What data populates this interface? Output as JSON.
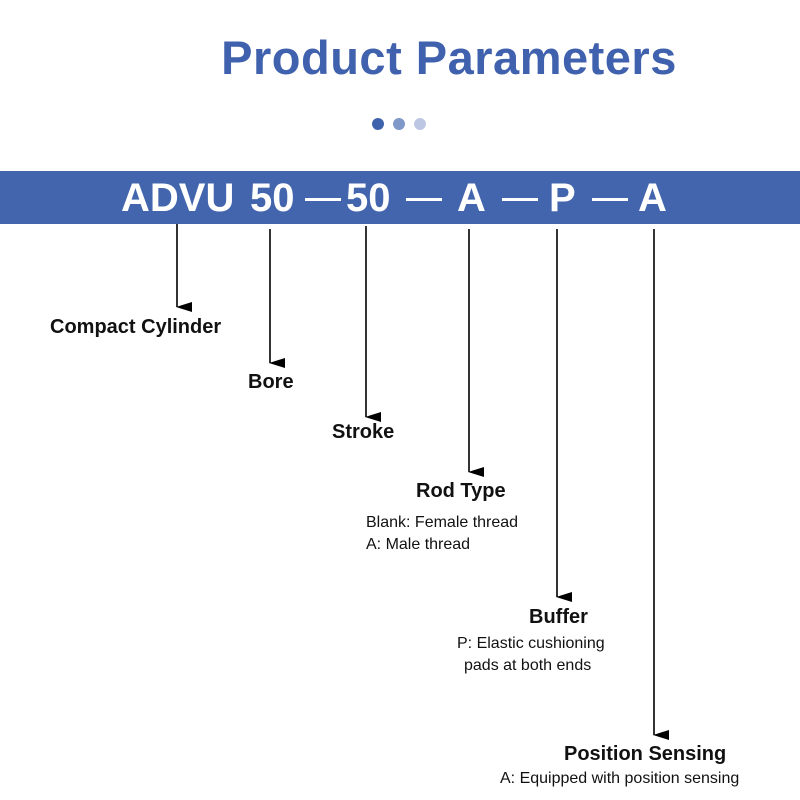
{
  "title": "Product Parameters",
  "colors": {
    "brand": "#4265ad",
    "dot1": "#3f62ad",
    "dot2": "#8097c9",
    "dot3": "#bcc8e3"
  },
  "code": {
    "model": "ADVU",
    "bore": "50",
    "stroke": "50",
    "rod": "A",
    "buffer": "P",
    "sensing": "A"
  },
  "params": {
    "model": {
      "label": "Compact Cylinder"
    },
    "bore": {
      "label": "Bore"
    },
    "stroke": {
      "label": "Stroke"
    },
    "rod": {
      "label": "Rod Type",
      "lines": [
        "Blank: Female thread",
        "A: Male thread"
      ]
    },
    "buffer": {
      "label": "Buffer",
      "lines": [
        "P: Elastic cushioning",
        "pads at both ends"
      ]
    },
    "sensing": {
      "label": "Position Sensing",
      "lines": [
        "A: Equipped with position sensing"
      ]
    }
  }
}
